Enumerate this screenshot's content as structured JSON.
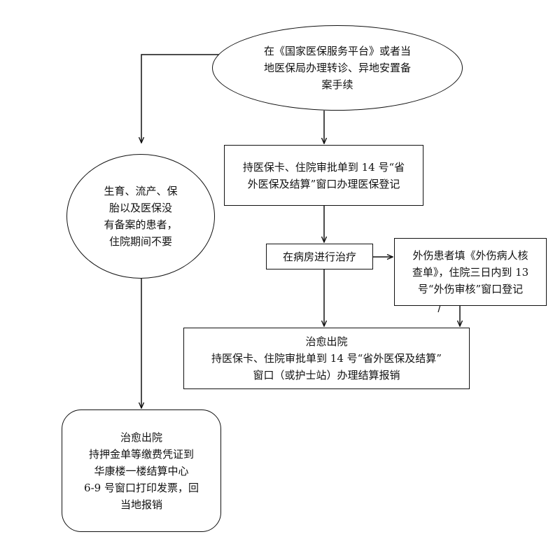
{
  "flowchart": {
    "start": {
      "lines": [
        "在《国家医保服务平台》或者当",
        "地医保局办理转诊、异地安置备",
        "案手续"
      ]
    },
    "register": {
      "lines": [
        "持医保卡、住院审批单到 14 号“省",
        "外医保及结算”窗口办理医保登记"
      ]
    },
    "no_registration": {
      "lines": [
        "生育、流产、保",
        "胎以及医保没",
        "有备案的患者，",
        "住院期间不要"
      ]
    },
    "treatment": {
      "lines": [
        "在病房进行治疗"
      ]
    },
    "injury": {
      "lines": [
        "外伤患者填《外伤病人核",
        "查单》，住院三日内到 13",
        "号“外伤审核”窗口登记"
      ]
    },
    "discharge_insured": {
      "lines": [
        "治愈出院",
        "持医保卡、住院审批单到 14 号“省外医保及结算”",
        "窗口（或护士站）办理结算报销"
      ]
    },
    "discharge_uninsured": {
      "lines": [
        "治愈出院",
        "持押金单等缴费凭证到",
        "华康楼一楼结算中心",
        "6-9 号窗口打印发票，回",
        "当地报销"
      ]
    }
  },
  "colors": {
    "line": "#111111",
    "background": "#ffffff"
  }
}
